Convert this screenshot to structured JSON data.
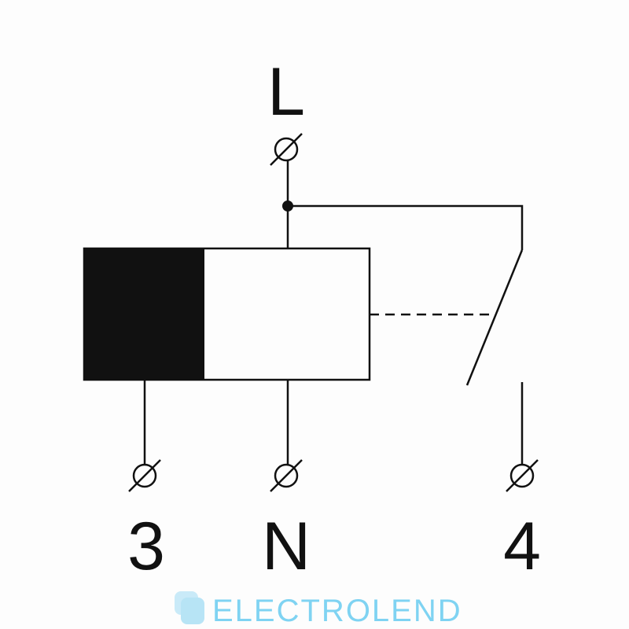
{
  "diagram": {
    "terminals": {
      "top": "L",
      "bottom_left": "3",
      "bottom_middle": "N",
      "bottom_right": "4"
    },
    "watermark": "ELECTROLEND"
  }
}
